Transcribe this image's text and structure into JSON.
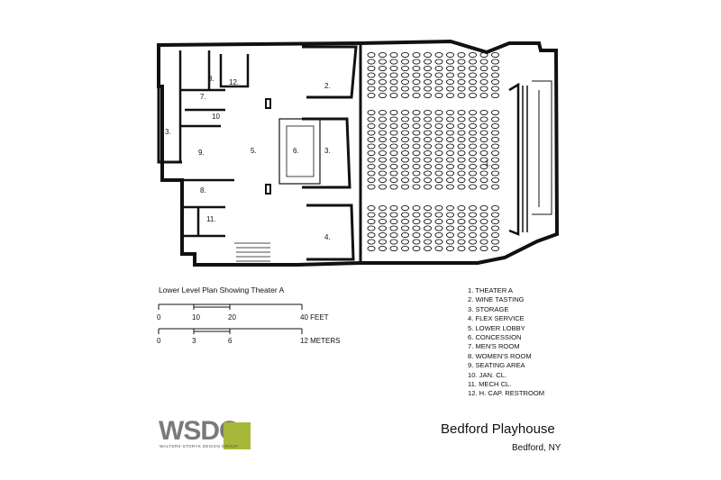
{
  "drawing": {
    "caption": "Lower Level Plan Showing Theater A",
    "scale_feet": {
      "ticks": [
        "0",
        "10",
        "20",
        "40 FEET"
      ]
    },
    "scale_meters": {
      "ticks": [
        "0",
        "3",
        "6",
        "12 METERS"
      ]
    }
  },
  "room_labels": [
    "1.",
    "2.",
    "3.",
    "3.",
    "3.",
    "4.",
    "5.",
    "6.",
    "7.",
    "8.",
    "9.",
    "10",
    "11.",
    "12."
  ],
  "legend": [
    "1.   THEATER A",
    "2.   WINE TASTING",
    "3.   STORAGE",
    "4.   FLEX SERVICE",
    "5.   LOWER LOBBY",
    "6.   CONCESSION",
    "7.   MEN'S ROOM",
    "8.   WOMEN'S ROOM",
    "9.   SEATING AREA",
    "10.  JAN. CL.",
    "11.  MECH CL.",
    "12.  H. CAP. RESTROOM"
  ],
  "logo": {
    "text": "WSDG",
    "subtext": "WALTERS-STORYK DESIGN GROUP",
    "accent": "#a6b73a"
  },
  "project": {
    "title": "Bedford Playhouse",
    "location": "Bedford, NY"
  }
}
